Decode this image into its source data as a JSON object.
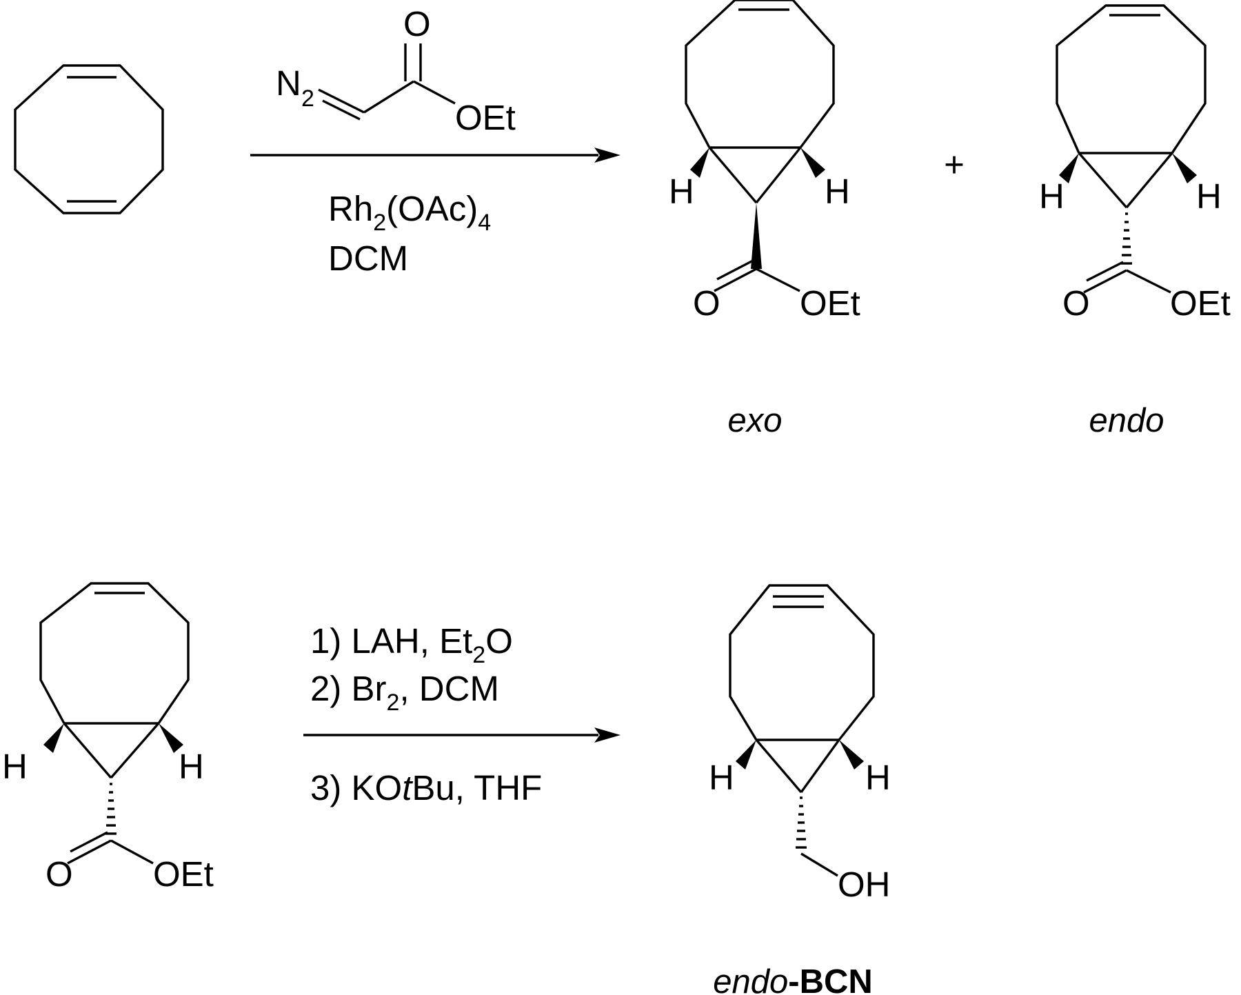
{
  "reaction1": {
    "reagent": {
      "atom_N": "N",
      "sub_N": "2",
      "atom_O": "O",
      "group_OEt": "OEt"
    },
    "catalyst": {
      "rh": "Rh",
      "sub_rh": "2",
      "mid": "(OAc)",
      "sub_end": "4"
    },
    "solvent": "DCM",
    "plus": "+"
  },
  "products": {
    "exo": {
      "H_left": "H",
      "H_right": "H",
      "O_carbonyl": "O",
      "OEt": "OEt",
      "label": "exo"
    },
    "endo": {
      "H_left": "H",
      "H_right": "H",
      "O_carbonyl": "O",
      "OEt": "OEt",
      "label": "endo"
    }
  },
  "reaction2": {
    "start": {
      "H_left": "H",
      "H_right": "H",
      "O_carbonyl": "O",
      "OEt": "OEt"
    },
    "step1": {
      "pre": "1) LAH, Et",
      "sub": "2",
      "post": "O"
    },
    "step2": {
      "pre": "2) Br",
      "sub": "2",
      "post": ", DCM"
    },
    "step3": {
      "pre": "3) KO",
      "italic": "t",
      "post": "Bu, THF"
    }
  },
  "bcn": {
    "H_left": "H",
    "H_right": "H",
    "OH": "OH",
    "label_italic": "endo",
    "label_bold": "-BCN"
  }
}
